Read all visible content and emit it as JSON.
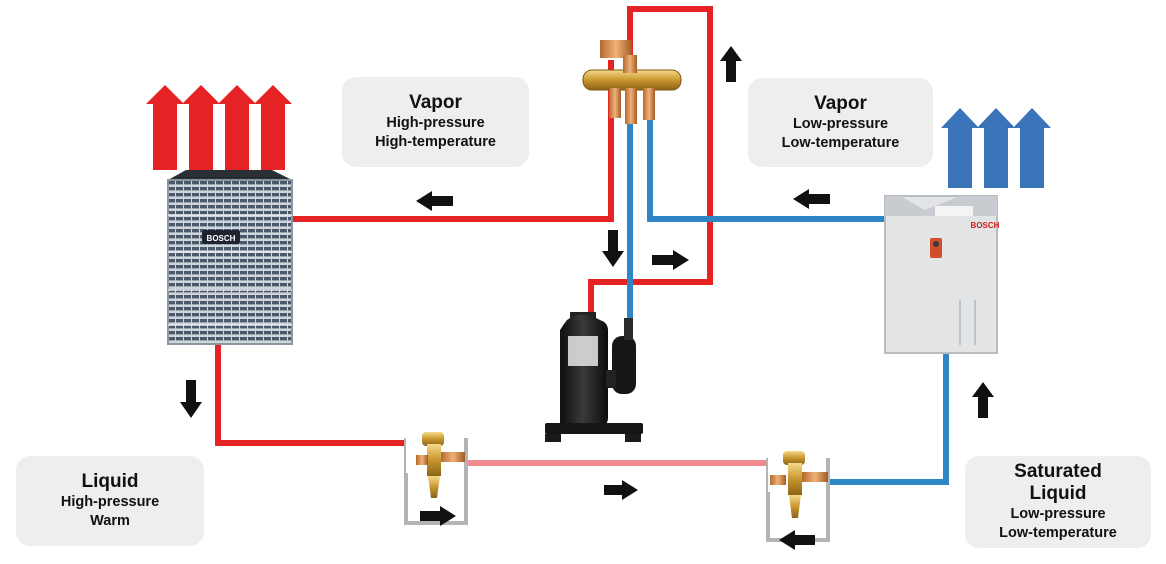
{
  "colors": {
    "high_pressure_line": "#e52325",
    "warm_liquid_line": "#f08a8f",
    "low_pressure_line": "#2f86c6",
    "heat_out_arrows": "#e52325",
    "heat_in_arrows": "#3b73b9",
    "flow_arrow": "#111111",
    "label_background": "#eeeeee"
  },
  "labels": {
    "vapor_high": {
      "title": "Vapor",
      "line1": "High-pressure",
      "line2": "High-temperature"
    },
    "vapor_low": {
      "title": "Vapor",
      "line1": "Low-pressure",
      "line2": "Low-temperature"
    },
    "liquid_high": {
      "title": "Liquid",
      "line1": "High-pressure",
      "line2": "Warm"
    },
    "saturated_low": {
      "title_line1": "Saturated",
      "title_line2": "Liquid",
      "line1": "Low-pressure",
      "line2": "Low-temperature"
    }
  },
  "components": {
    "outdoor_unit": {
      "brand": "BOSCH",
      "icon": "condenser-unit-icon"
    },
    "indoor_coil": {
      "brand": "BOSCH",
      "icon": "evaporator-coil-icon"
    },
    "compressor": {
      "icon": "compressor-icon"
    },
    "reversing_valve": {
      "icon": "reversing-valve-icon"
    },
    "expansion_valve_left": {
      "icon": "expansion-valve-icon"
    },
    "expansion_valve_right": {
      "icon": "expansion-valve-icon"
    }
  }
}
